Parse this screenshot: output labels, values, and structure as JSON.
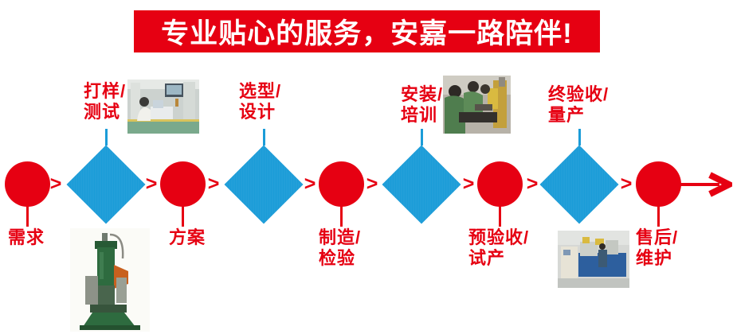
{
  "banner": {
    "text": "专业贴心的服务，安嘉一路陪伴!"
  },
  "colors": {
    "accent_red": "#e60012",
    "accent_blue": "#1b9cd8",
    "background": "#ffffff",
    "banner_text": "#ffffff"
  },
  "flow": {
    "separator": ">",
    "steps": [
      {
        "shape": "circle",
        "label": "需求",
        "label_position": "bottom"
      },
      {
        "shape": "diamond",
        "label": "打样/\n测试",
        "label_position": "top"
      },
      {
        "shape": "circle",
        "label": "方案",
        "label_position": "bottom"
      },
      {
        "shape": "diamond",
        "label": "选型/\n设计",
        "label_position": "top"
      },
      {
        "shape": "circle",
        "label": "制造/\n检验",
        "label_position": "bottom"
      },
      {
        "shape": "diamond",
        "label": "安装/\n培训",
        "label_position": "top"
      },
      {
        "shape": "circle",
        "label": "预验收/\n试产",
        "label_position": "bottom"
      },
      {
        "shape": "diamond",
        "label": "终验收/\n量产",
        "label_position": "top"
      },
      {
        "shape": "circle",
        "label": "售后/\n维护",
        "label_position": "bottom"
      }
    ]
  },
  "photos": [
    {
      "id": "prototype-testing-photo",
      "depicts": "engineer with laptop testing welding equipment in workshop"
    },
    {
      "id": "installation-training-photo",
      "depicts": "technicians in green shirts being trained at a machine"
    },
    {
      "id": "mass-production-photo",
      "depicts": "blue production machines with an operator in a plant"
    },
    {
      "id": "spot-welding-machine-photo",
      "depicts": "green spot welding machine product shot"
    }
  ]
}
